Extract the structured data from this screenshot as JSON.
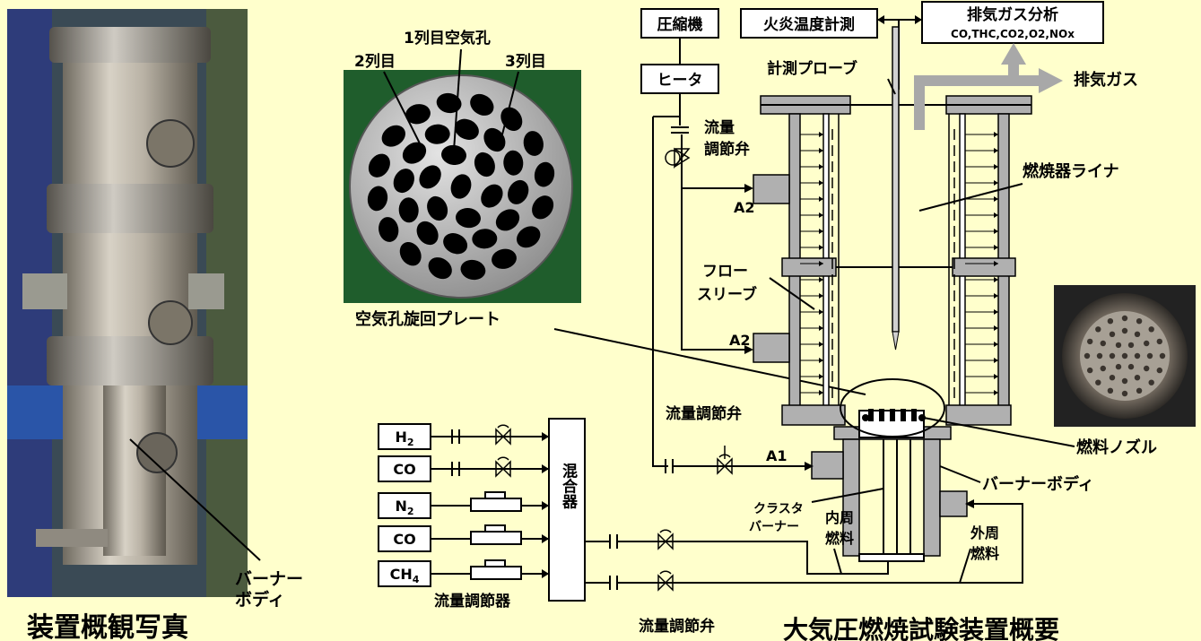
{
  "photo_left": {
    "caption": "装置概観写真",
    "callout": [
      "バーナー",
      "ボディ"
    ]
  },
  "plate": {
    "caption": "空気孔旋回プレート",
    "row1": "1列目空気孔",
    "row2": "2列目",
    "row3": "3列目"
  },
  "boxes": {
    "compressor": "圧縮機",
    "heater": "ヒータ",
    "flame_temp": "火炎温度計測",
    "exhaust_analysis": "排気ガス分析",
    "exhaust_species": "CO,THC,CO2,O2,NOx"
  },
  "labels": {
    "flow_valve_top": [
      "流量",
      "調節弁"
    ],
    "probe": "計測プローブ",
    "exhaust_gas": "排気ガス",
    "liner": "燃焼器ライナ",
    "flow_sleeve": [
      "フロー",
      "スリーブ"
    ],
    "a2_upper": "A2",
    "a2_lower": "A2",
    "a1": "A1",
    "flow_valve_mid": "流量調節弁",
    "fuel_nozzle": "燃料ノズル",
    "burner_body": "バーナーボディ",
    "cluster_burner": [
      "クラスタ",
      "バーナー"
    ],
    "inner_fuel": [
      "内周",
      "燃料"
    ],
    "outer_fuel": [
      "外周",
      "燃料"
    ],
    "flow_controller": "流量調節器",
    "mixer": "混合器",
    "flow_valve_bottom": "流量調節弁",
    "overview_title": "大気圧燃焼試験装置概要"
  },
  "gases": [
    "H2",
    "CO",
    "N2",
    "CO",
    "CH4"
  ]
}
